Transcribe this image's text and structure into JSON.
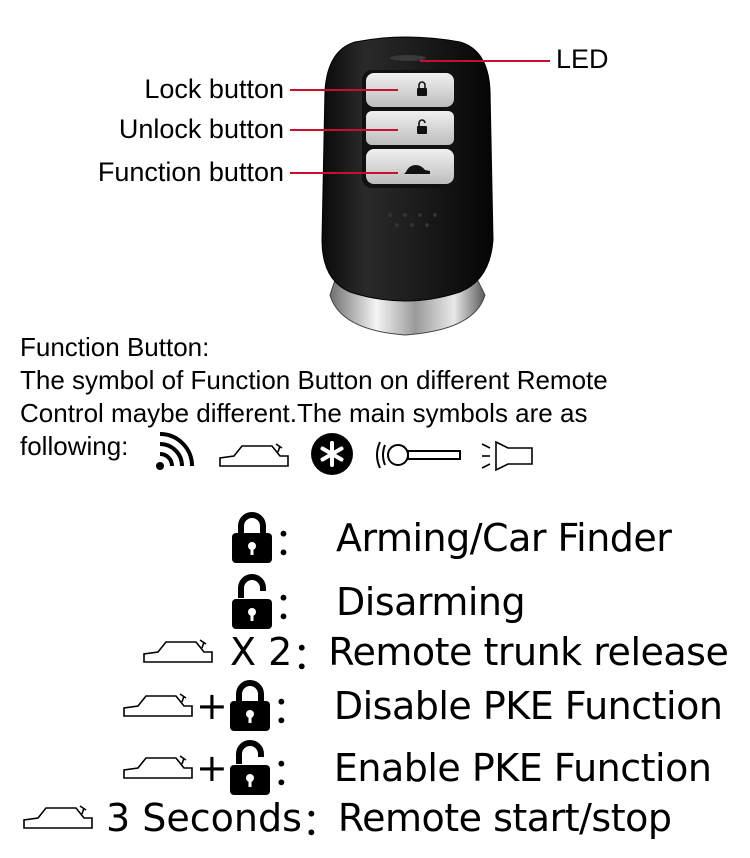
{
  "callouts": {
    "led": "LED",
    "lock": "Lock button",
    "unlock": "Unlock button",
    "function": "Function button"
  },
  "description": {
    "heading": "Function Button:",
    "line1": "The symbol of Function Button on different Remote",
    "line2": "Control maybe different.The main symbols are as",
    "line3": "following:",
    "symbols": [
      "signal-icon",
      "car-icon",
      "asterisk-icon",
      "key-icon",
      "light-icon"
    ]
  },
  "legend": [
    {
      "prefix": "",
      "icons": [
        "lock-closed-icon"
      ],
      "colon": "：",
      "text": "Arming/Car Finder"
    },
    {
      "prefix": "",
      "icons": [
        "lock-open-icon"
      ],
      "colon": "：",
      "text": "Disarming"
    },
    {
      "prefix": "X 2",
      "icons": [
        "car-icon"
      ],
      "colon": "：",
      "text": "Remote trunk release"
    },
    {
      "prefix": "+",
      "icons": [
        "car-icon",
        "lock-closed-icon"
      ],
      "colon": "：",
      "text": "Disable PKE Function"
    },
    {
      "prefix": "+",
      "icons": [
        "car-icon",
        "lock-open-icon"
      ],
      "colon": "：",
      "text": "Enable PKE Function"
    },
    {
      "prefix": "3 Seconds",
      "icons": [
        "car-icon"
      ],
      "colon": "：",
      "text": "Remote start/stop"
    }
  ],
  "colors": {
    "callout_line": "#c8102e",
    "remote_body": "#1c1c1c",
    "button": "#d9d9d9"
  }
}
